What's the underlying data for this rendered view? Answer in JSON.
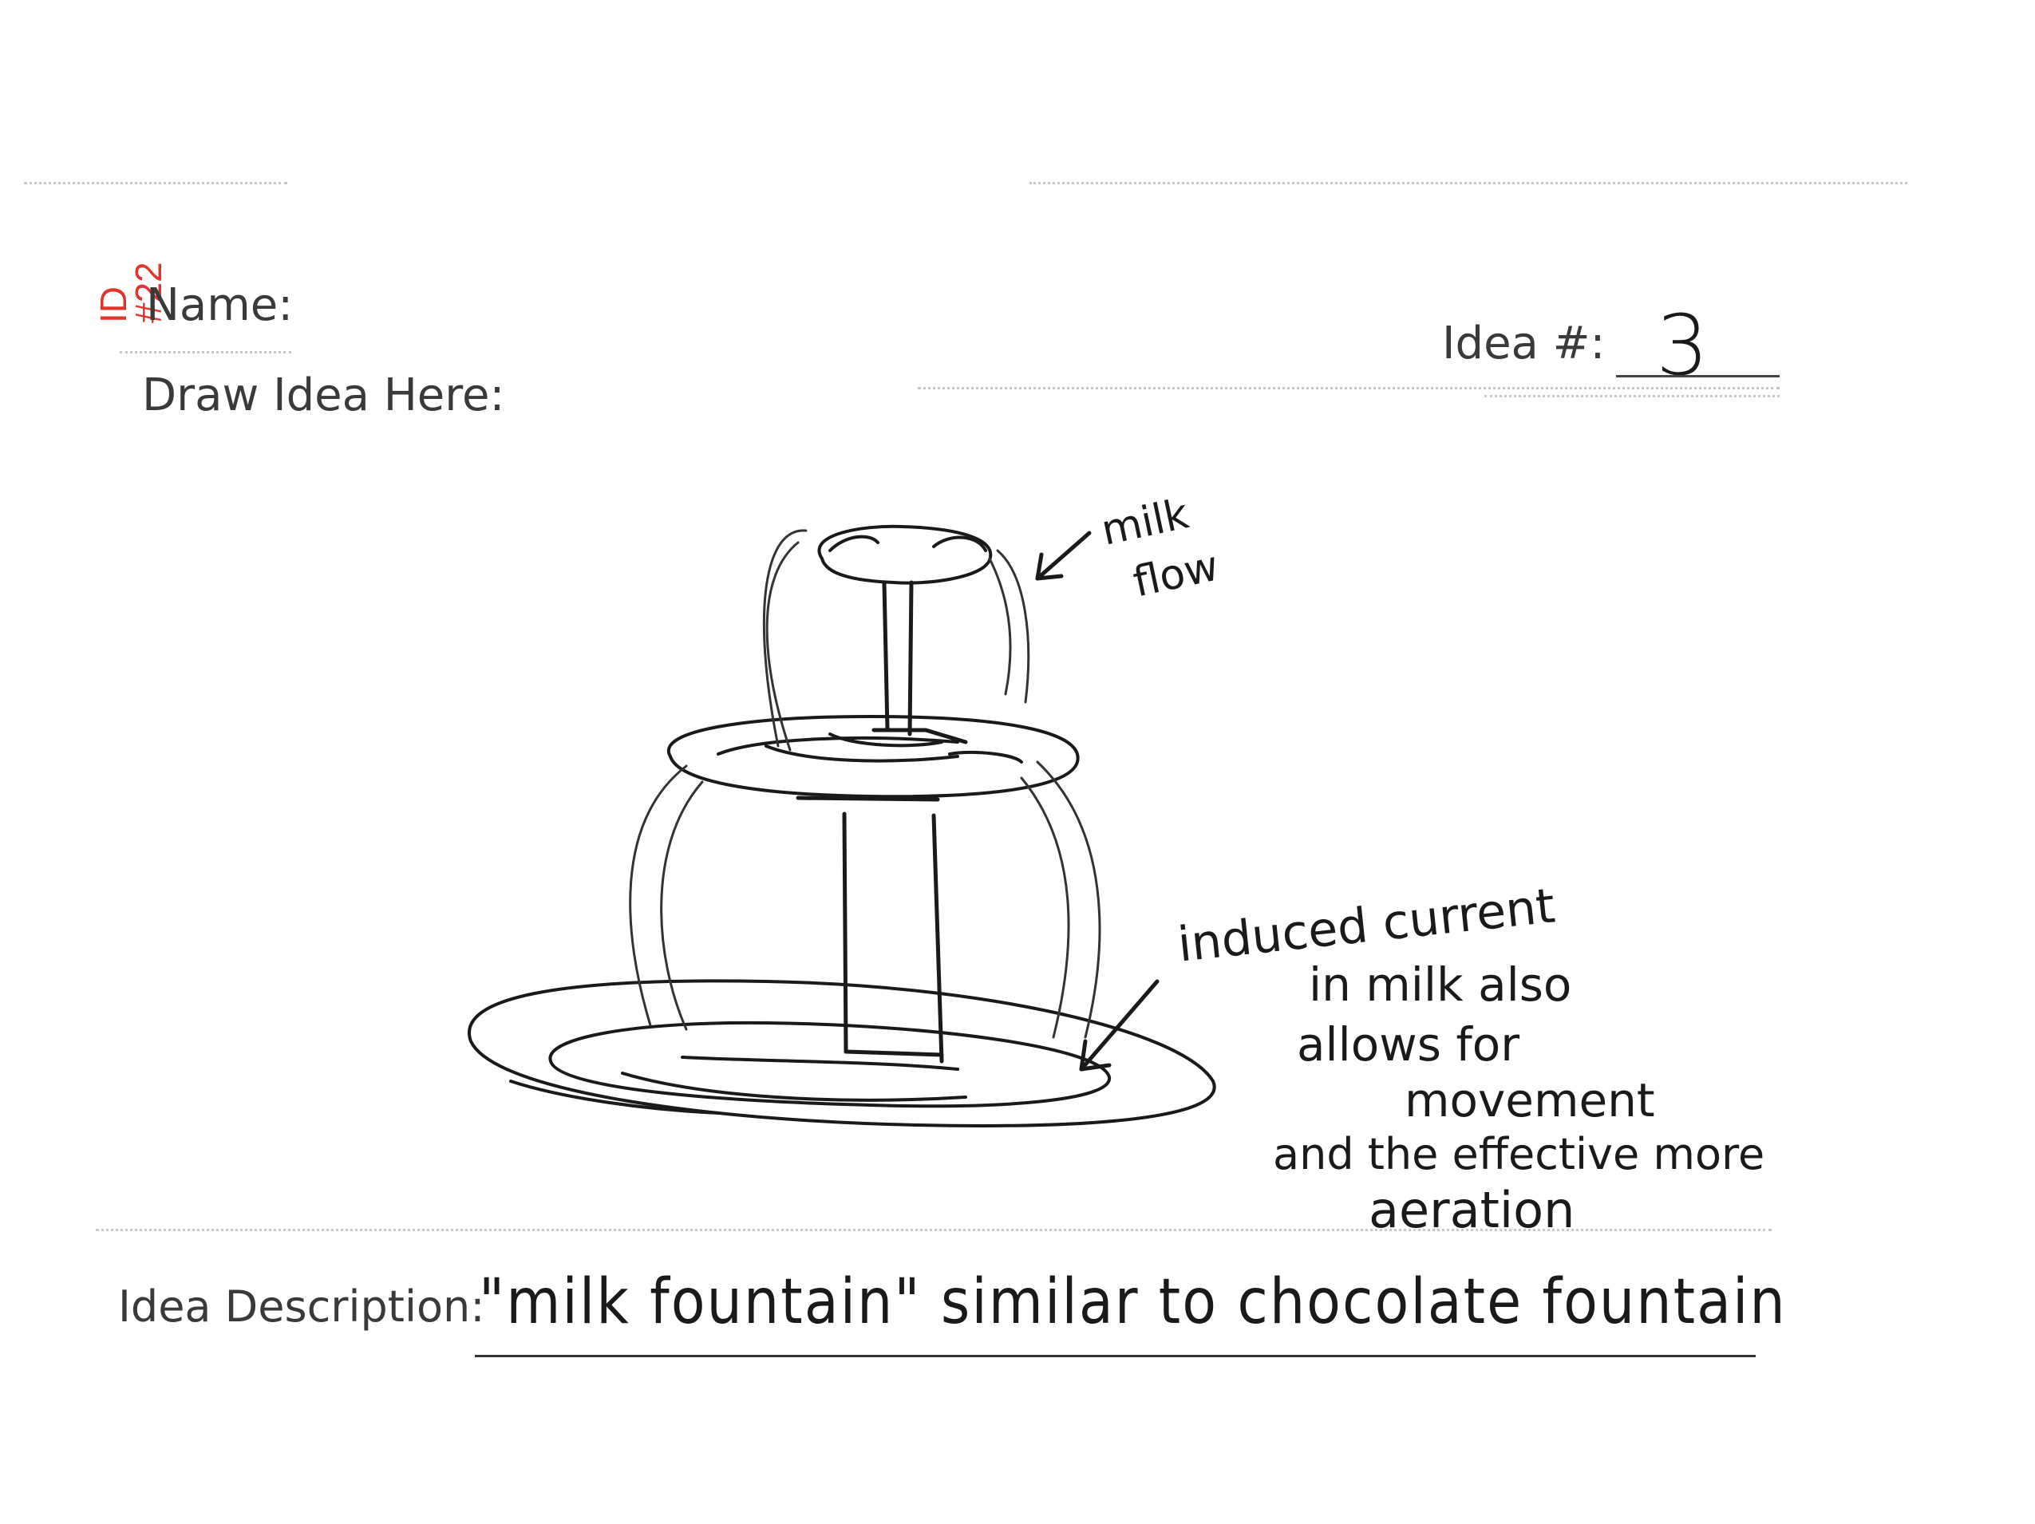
{
  "form": {
    "name_label": "Name:",
    "idea_number_label": "Idea #:",
    "idea_number_value": "3",
    "draw_label": "Draw Idea Here:",
    "description_label": "Idea Description:",
    "description_value": "\"milk fountain\" similar to chocolate fountain"
  },
  "stamp": {
    "line1": "ID",
    "line2": "#22",
    "color": "#e0352b"
  },
  "sketch": {
    "annotations": {
      "top_line1": "milk",
      "top_line2": "flow",
      "bottom_line1": "induced current",
      "bottom_line2": "in milk also",
      "bottom_line3": "allows for",
      "bottom_line4": "movement",
      "bottom_line5": "and the effective more",
      "bottom_line6": "aeration"
    }
  }
}
